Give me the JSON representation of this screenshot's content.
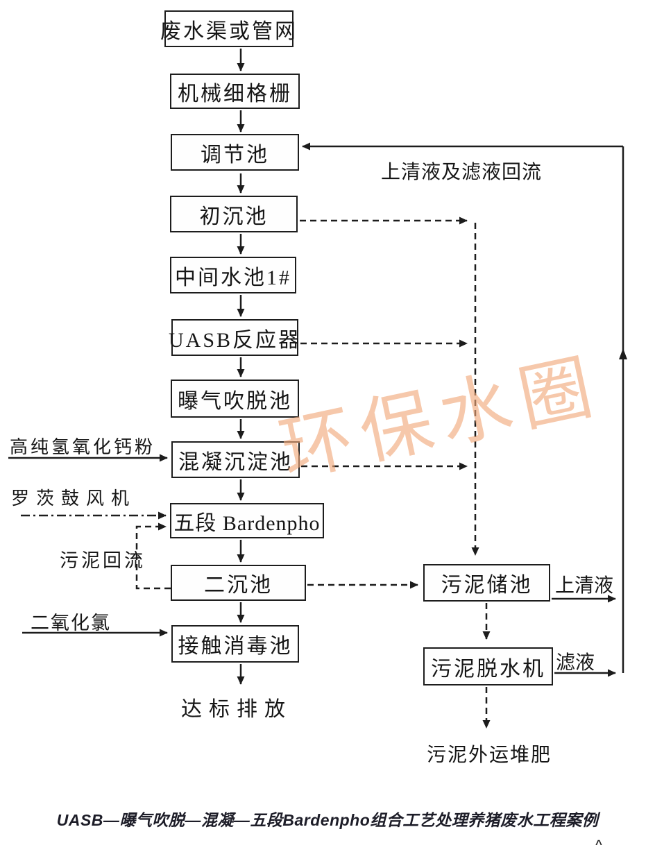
{
  "diagram": {
    "main_flow": [
      {
        "id": "wastewater_source",
        "label": "废水渠或管网"
      },
      {
        "id": "fine_screen",
        "label": "机械细格栅"
      },
      {
        "id": "regulation_tank",
        "label": "调节池"
      },
      {
        "id": "primary_sedimentation",
        "label": "初沉池"
      },
      {
        "id": "intermediate_tank",
        "label": "中间水池1#"
      },
      {
        "id": "uasb_reactor",
        "label": "UASB反应器"
      },
      {
        "id": "aeration_stripping",
        "label": "曝气吹脱池"
      },
      {
        "id": "coagulation_sedimentation",
        "label": "混凝沉淀池"
      },
      {
        "id": "bardenpho",
        "label": "五段 Bardenpho"
      },
      {
        "id": "secondary_sedimentation",
        "label": "二沉池"
      },
      {
        "id": "contact_disinfection",
        "label": "接触消毒池"
      }
    ],
    "sludge_units": [
      {
        "id": "sludge_storage",
        "label": "污泥储池"
      },
      {
        "id": "sludge_dewatering",
        "label": "污泥脱水机"
      }
    ],
    "terminals": {
      "discharge": "达标排放",
      "compost": "污泥外运堆肥"
    },
    "inputs": {
      "lime": "高纯氢氧化钙粉",
      "blower": "罗茨鼓风机",
      "chlorine": "二氧化氯"
    },
    "streams": {
      "supernatant_filtrate_return": "上清液及滤液回流",
      "sludge_return": "污泥回流",
      "supernatant": "上清液",
      "filtrate": "滤液"
    }
  },
  "watermark": {
    "text": "环保水圈",
    "color": "#f2a878"
  },
  "caption": "UASB—曝气吹脱—混凝—五段Bardenpho组合工艺处理养猪废水工程案例",
  "footer": {
    "caret": "^"
  },
  "colors": {
    "line": "#1c1c1c",
    "box_border": "#1d1d1d",
    "background": "#ffffff",
    "caption_text": "#1d1d28"
  }
}
